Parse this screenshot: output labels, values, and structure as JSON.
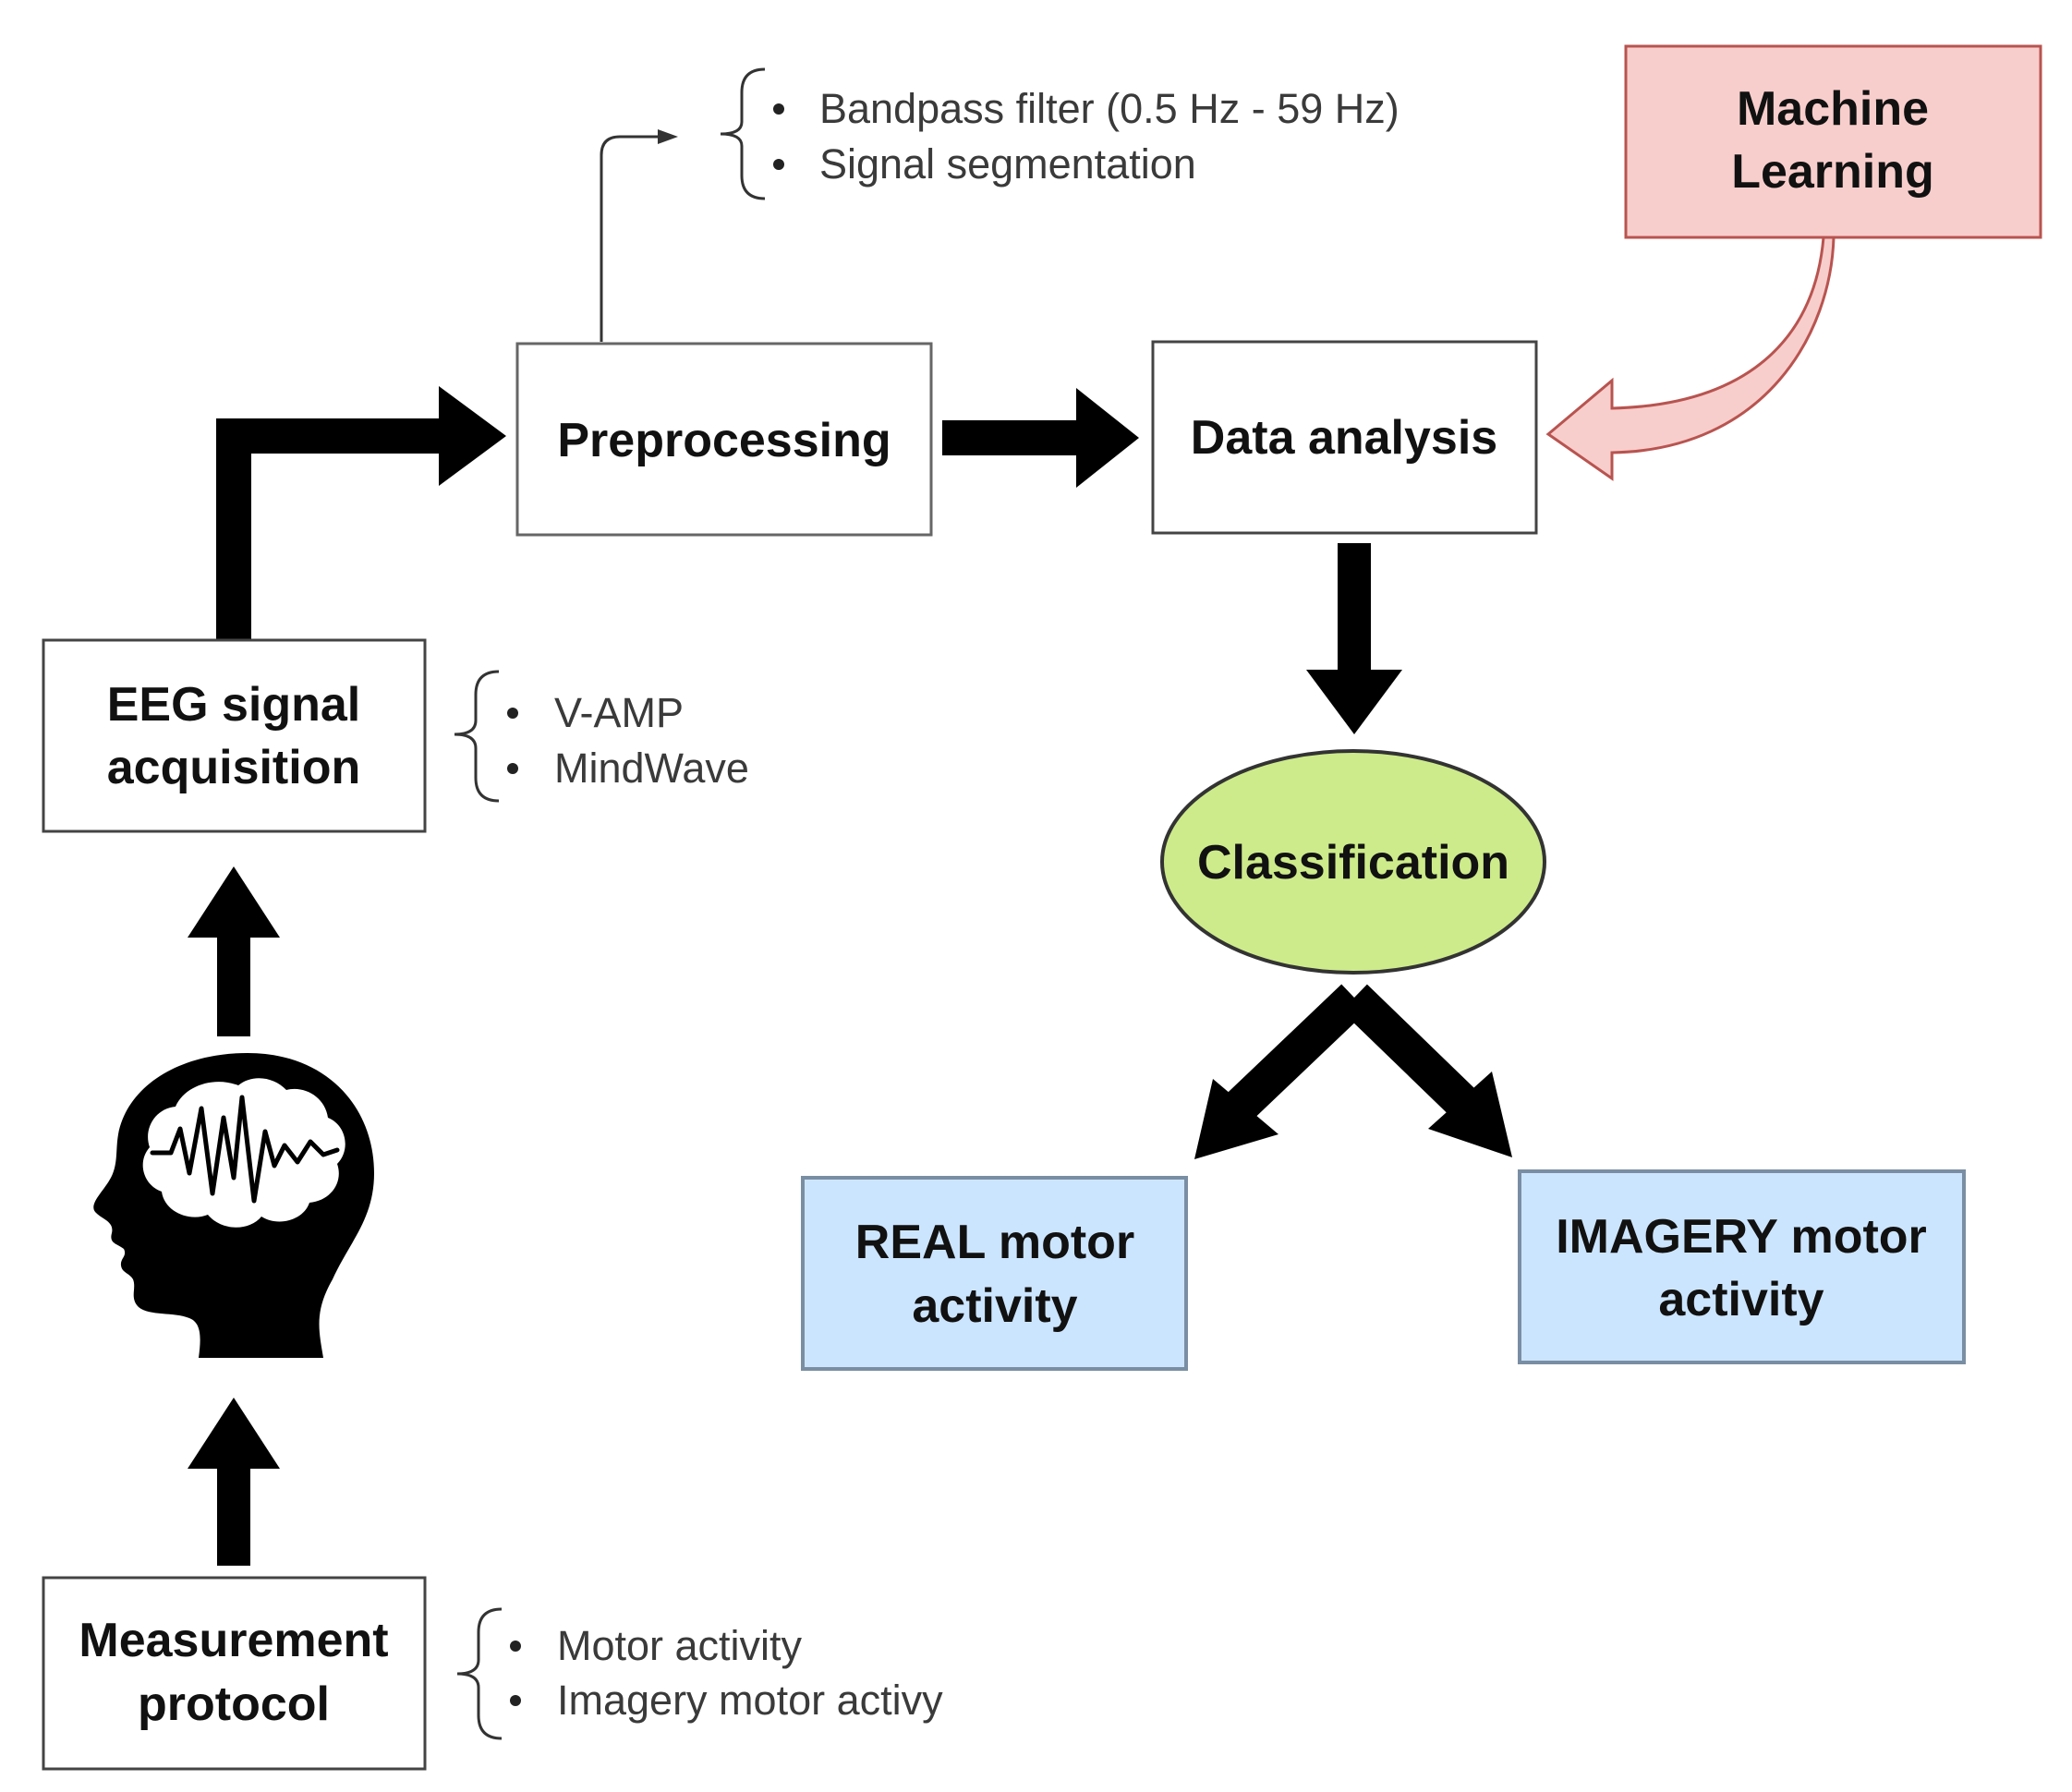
{
  "nodes": {
    "measurement_protocol": {
      "line1": "Measurement",
      "line2": "protocol"
    },
    "eeg_acquisition": {
      "line1": "EEG signal",
      "line2": "acquisition"
    },
    "preprocessing": {
      "label": "Preprocessing"
    },
    "data_analysis": {
      "label": "Data analysis"
    },
    "machine_learning": {
      "line1": "Machine",
      "line2": "Learning"
    },
    "classification": {
      "label": "Classification"
    },
    "real_motor": {
      "line1": "REAL motor",
      "line2": "activity"
    },
    "imagery_motor": {
      "line1": "IMAGERY motor",
      "line2": "activity"
    }
  },
  "notes": {
    "preprocessing": [
      "Bandpass filter (0.5 Hz - 59 Hz)",
      "Signal segmentation"
    ],
    "eeg_devices": [
      "V-AMP",
      "MindWave"
    ],
    "protocol": [
      "Motor activity",
      "Imagery motor activy"
    ]
  },
  "colors": {
    "machine_learning_fill": "#f8cecc",
    "machine_learning_stroke": "#b85450",
    "classification_fill": "#cdeb8b",
    "outcome_fill": "#cce5ff",
    "outcome_stroke": "#7a8ea3",
    "arrow": "#000000"
  },
  "icons": [
    "head-with-brainwave-icon"
  ]
}
